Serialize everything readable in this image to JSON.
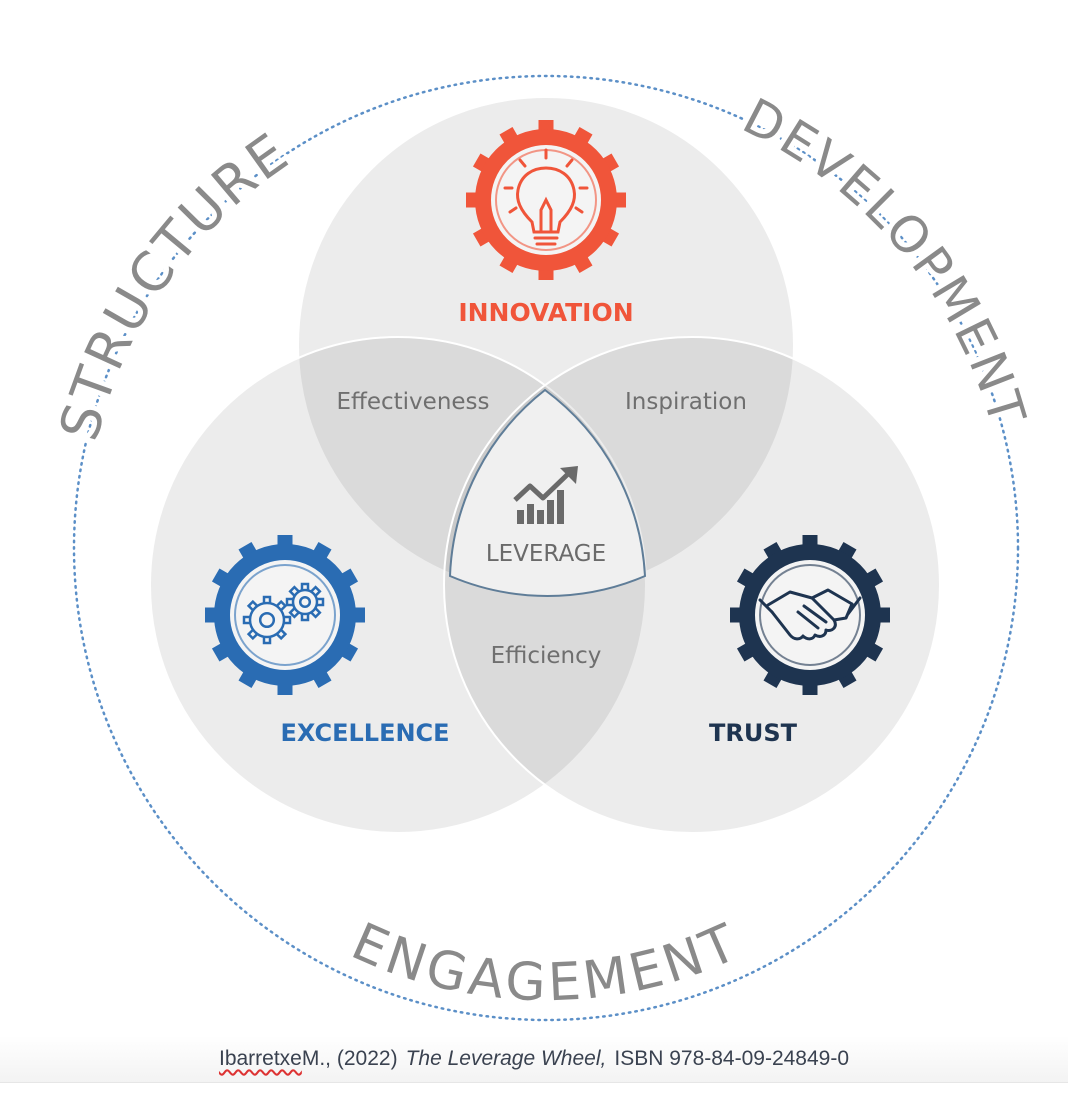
{
  "outer_labels": {
    "structure": "STRUCTURE",
    "development": "DEVELOPMENT",
    "engagement": "ENGAGEMENT"
  },
  "circles": {
    "innovation": {
      "label": "INNOVATION",
      "color": "#f0553a",
      "icon": "lightbulb-icon"
    },
    "excellence": {
      "label": "EXCELLENCE",
      "color": "#2a6cb3",
      "icon": "gears-icon"
    },
    "trust": {
      "label": "TRUST",
      "color": "#1e3450",
      "icon": "handshake-icon"
    }
  },
  "overlaps": {
    "effectiveness": "Effectiveness",
    "inspiration": "Inspiration",
    "efficiency": "Efficiency"
  },
  "center": {
    "label": "LEVERAGE",
    "icon": "growth-chart-icon"
  },
  "caption": {
    "author": "Ibarretxe",
    "rest": "M., (2022)",
    "title": "The Leverage Wheel,",
    "isbn": "ISBN 978-84-09-24849-0"
  },
  "colors": {
    "dots": "#5b8fc7",
    "text_gray": "#6f6f6f",
    "circle_fill": "#ececec"
  }
}
